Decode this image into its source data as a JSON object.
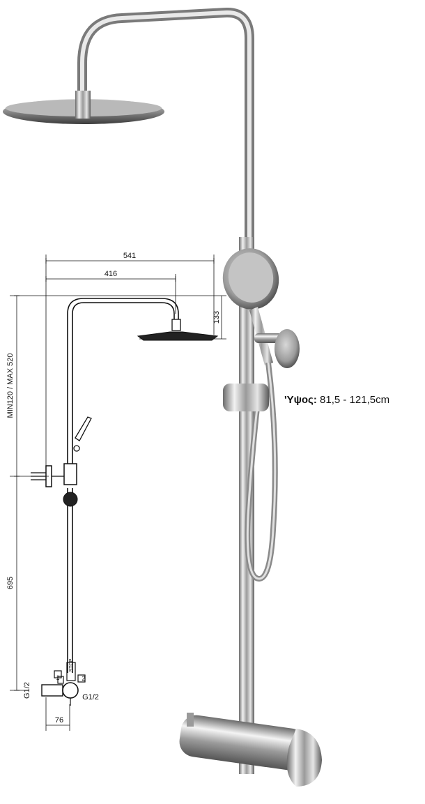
{
  "dimensions": {
    "width_541": "541",
    "width_416": "416",
    "height_133": "133",
    "height_range": "MIN120 / MAX 520",
    "height_695": "695",
    "inlet_left": "G1/2",
    "inlet_right": "G1/2",
    "width_76": "76",
    "marker_1": "1",
    "marker_2": "2",
    "stop_label": "STOP"
  },
  "caption": {
    "label": "'Υψος:",
    "value": "81,5 - 121,5cm"
  }
}
